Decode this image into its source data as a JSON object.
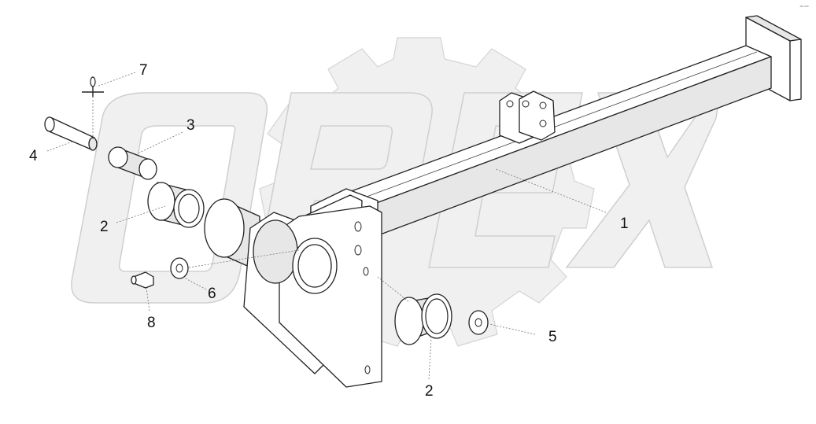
{
  "watermark": {
    "text": "OPEX"
  },
  "corner_mark": "-e• ••••",
  "callouts": [
    {
      "id": "c1",
      "label": "1"
    },
    {
      "id": "c2a",
      "label": "2"
    },
    {
      "id": "c2b",
      "label": "2"
    },
    {
      "id": "c3",
      "label": "3"
    },
    {
      "id": "c4",
      "label": "4"
    },
    {
      "id": "c5",
      "label": "5"
    },
    {
      "id": "c6",
      "label": "6"
    },
    {
      "id": "c7",
      "label": "7"
    },
    {
      "id": "c8",
      "label": "8"
    }
  ]
}
